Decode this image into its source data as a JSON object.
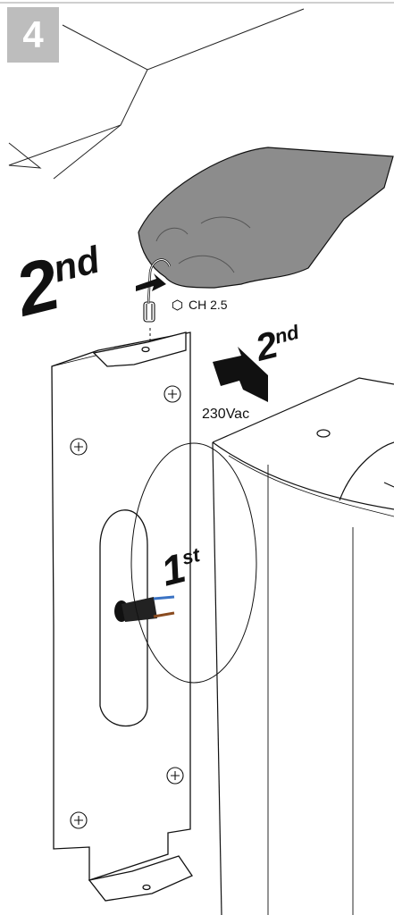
{
  "step": {
    "number": "4"
  },
  "labels": {
    "hex_key": "CH 2.5",
    "voltage": "230Vac",
    "second_big_main": "2",
    "second_big_suffix": "nd",
    "second_small_main": "2",
    "second_small_suffix": "nd",
    "first_main": "1",
    "first_suffix": "st"
  },
  "icons": {
    "hex": "hexagon-outline-icon",
    "arrow": "push-arrow-icon"
  },
  "colors": {
    "badge": "#bdbdbd",
    "line": "#111111",
    "glove": "#8c8c8c",
    "glove_dark": "#6f6f6f",
    "wire_blue": "#3b73c4",
    "wire_brown": "#8a4b1f"
  }
}
